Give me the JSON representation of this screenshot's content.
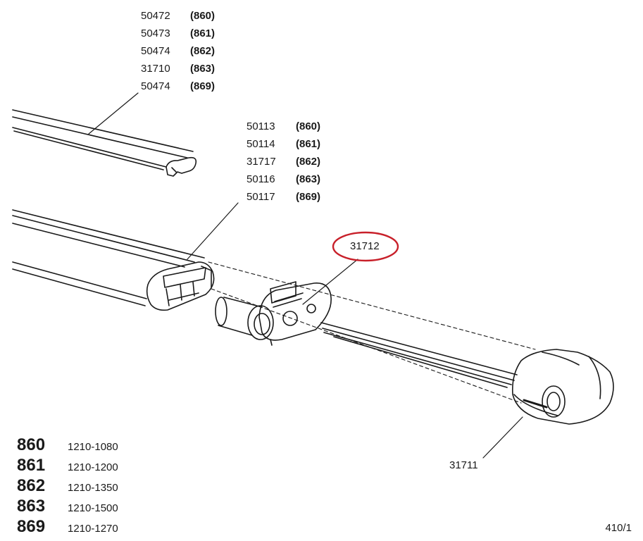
{
  "group_top": [
    {
      "code": "50472",
      "model": "(860)"
    },
    {
      "code": "50473",
      "model": "(861)"
    },
    {
      "code": "50474",
      "model": "(862)"
    },
    {
      "code": "31710",
      "model": "(863)"
    },
    {
      "code": "50474",
      "model": "(869)"
    }
  ],
  "group_mid": [
    {
      "code": "50113",
      "model": "(860)"
    },
    {
      "code": "50114",
      "model": "(861)"
    },
    {
      "code": "31717",
      "model": "(862)"
    },
    {
      "code": "50116",
      "model": "(863)"
    },
    {
      "code": "50117",
      "model": "(869)"
    }
  ],
  "highlighted_part": {
    "code": "31712",
    "circle_color": "#c8202a"
  },
  "end_cap_part": "31711",
  "models": [
    {
      "num": "860",
      "len": "1210-1080"
    },
    {
      "num": "861",
      "len": "1210-1200"
    },
    {
      "num": "862",
      "len": "1210-1350"
    },
    {
      "num": "863",
      "len": "1210-1500"
    },
    {
      "num": "869",
      "len": "1210-1270"
    }
  ],
  "page_number": "410/1"
}
